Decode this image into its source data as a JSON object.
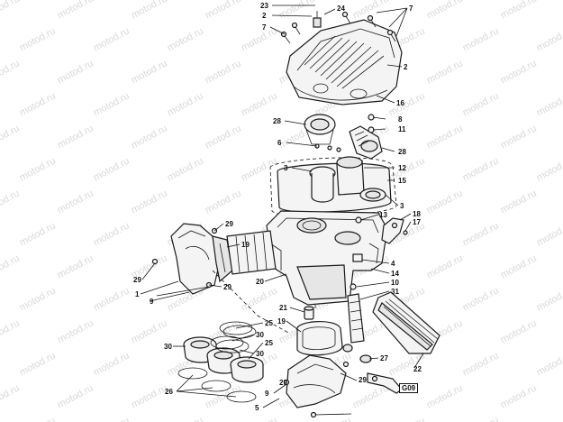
{
  "watermark": "motod.ru",
  "callouts": {
    "c23": "23",
    "c24": "24",
    "c2a": "2",
    "c7a": "7",
    "c7b": "7",
    "c2b": "2",
    "c16": "16",
    "c8": "8",
    "c28a": "28",
    "c11": "11",
    "c6": "6",
    "c28b": "28",
    "c3a": "3",
    "c12": "12",
    "c15": "15",
    "c3b": "3",
    "c13": "13",
    "c18": "18",
    "c17": "17",
    "c29a": "29",
    "c19a": "19",
    "c4": "4",
    "c14": "14",
    "c29b": "29",
    "c29c": "29",
    "c10": "10",
    "c1": "1",
    "c9a": "9",
    "c31": "31",
    "c20": "20",
    "c21": "21",
    "c19b": "19",
    "c25a": "25",
    "c30a": "30",
    "c30b": "30",
    "c25b": "25",
    "c30c": "30",
    "c27": "27",
    "c22": "22",
    "c26": "26",
    "c9b": "9",
    "c29d": "29",
    "c5": "5",
    "c29e": "29",
    "g09": "G09"
  }
}
